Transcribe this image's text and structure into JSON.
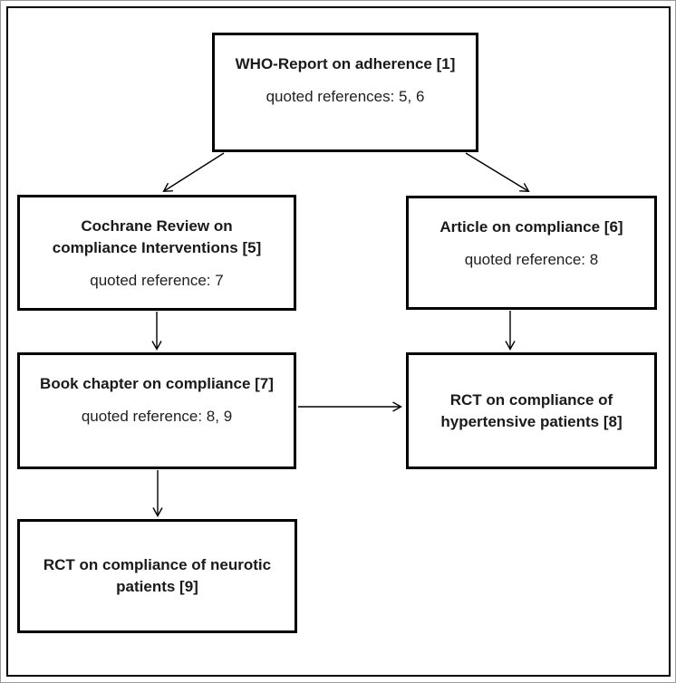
{
  "diagram": {
    "background_color": "#ffffff",
    "line_color": "#000000",
    "border_color": "#000000",
    "nodes": [
      {
        "id": "who-report",
        "title_lines": [
          "WHO-Report on adherence [1]"
        ],
        "ref": "quoted references: 5, 6"
      },
      {
        "id": "cochrane-review",
        "title_lines": [
          "Cochrane Review on",
          "compliance Interventions [5]"
        ],
        "ref": "quoted reference: 7"
      },
      {
        "id": "article-compliance",
        "title_lines": [
          "Article on compliance [6]"
        ],
        "ref": "quoted reference: 8"
      },
      {
        "id": "book-chapter",
        "title_lines": [
          "Book chapter on compliance [7]"
        ],
        "ref": "quoted reference: 8, 9"
      },
      {
        "id": "rct-hypertensive",
        "title_lines": [
          "RCT on compliance of",
          "hypertensive patients [8]"
        ]
      },
      {
        "id": "rct-neurotic",
        "title_lines": [
          "RCT on compliance of neurotic",
          "patients [9]"
        ]
      }
    ],
    "edges": [
      {
        "from": "who-report",
        "to": "cochrane-review"
      },
      {
        "from": "who-report",
        "to": "article-compliance"
      },
      {
        "from": "cochrane-review",
        "to": "book-chapter"
      },
      {
        "from": "article-compliance",
        "to": "rct-hypertensive"
      },
      {
        "from": "book-chapter",
        "to": "rct-hypertensive"
      },
      {
        "from": "book-chapter",
        "to": "rct-neurotic"
      }
    ]
  }
}
